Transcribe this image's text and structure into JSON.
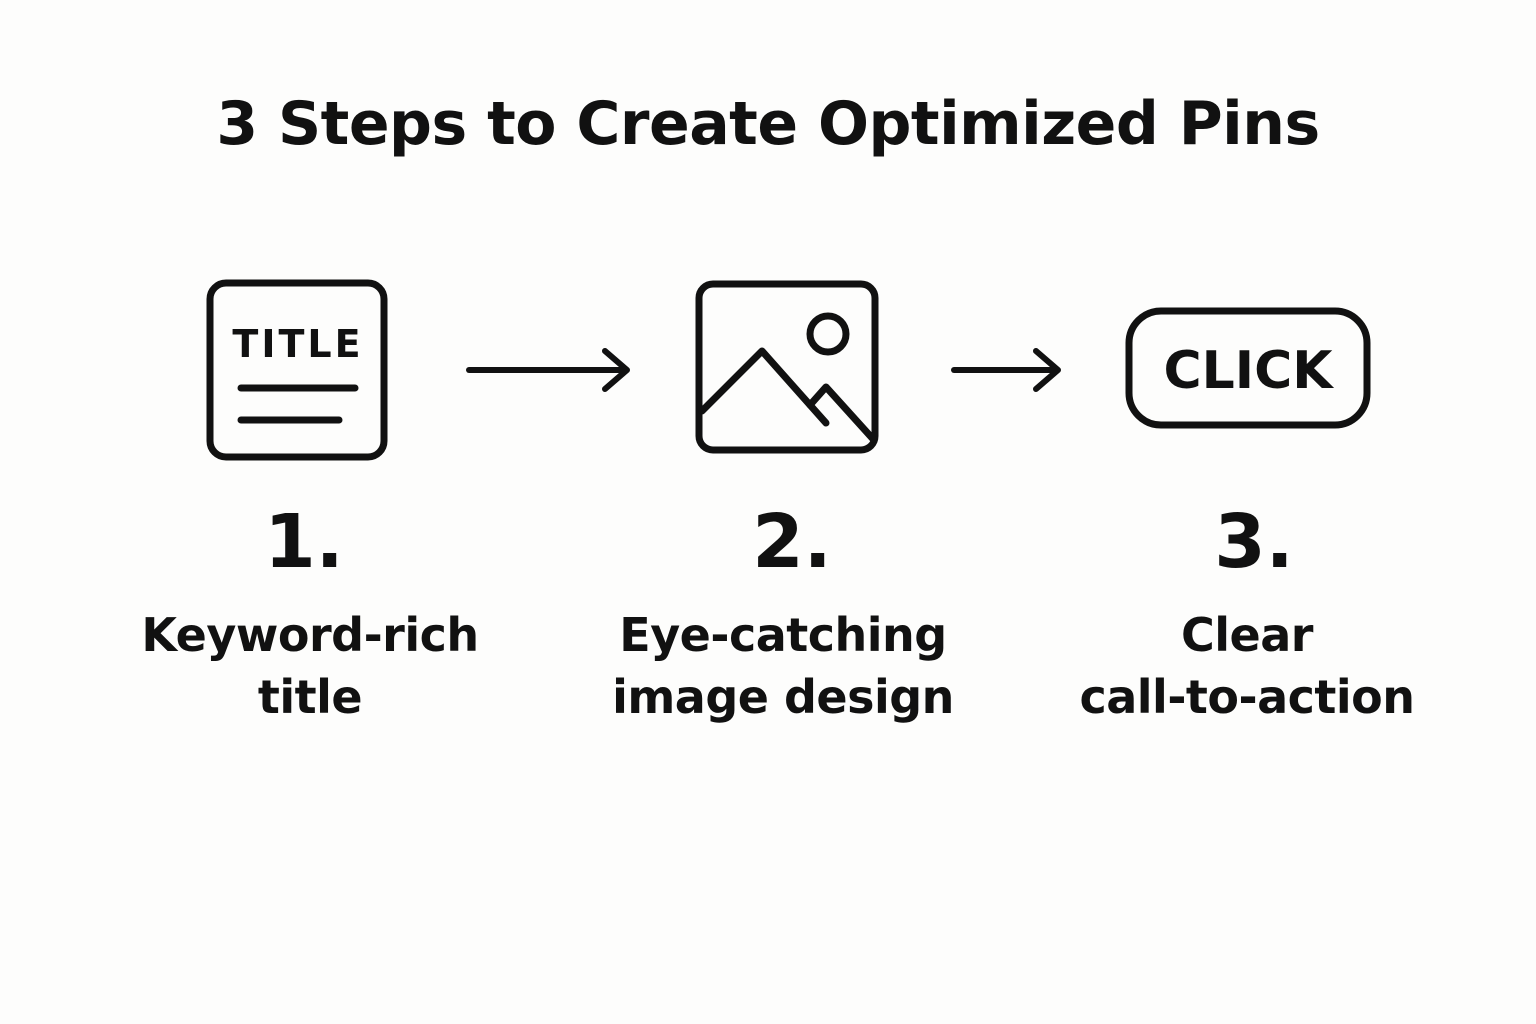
{
  "title": "3 Steps to Create Optimized Pins",
  "steps": [
    {
      "number": "1.",
      "icon": "title-card-icon",
      "icon_text": "TITLE",
      "desc_line1": "Keyword-rich",
      "desc_line2": "title"
    },
    {
      "number": "2.",
      "icon": "image-icon",
      "desc_line1": "Eye-catching",
      "desc_line2": "image design"
    },
    {
      "number": "3.",
      "icon": "click-button-icon",
      "icon_text": "CLICK",
      "desc_line1": "Clear",
      "desc_line2": "call-to-action"
    }
  ],
  "connectors": [
    "arrow-right-icon",
    "arrow-right-icon"
  ],
  "colors": {
    "background": "#fdfdfc",
    "ink": "#111111"
  }
}
